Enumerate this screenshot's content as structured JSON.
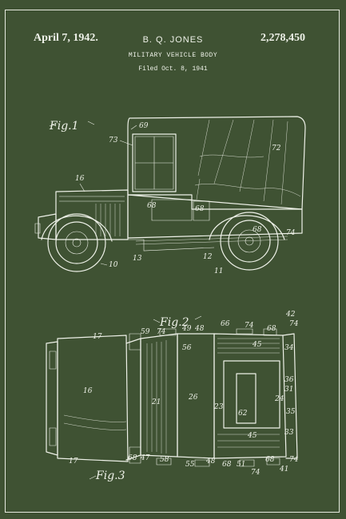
{
  "header": {
    "date": "April 7, 1942.",
    "inventor": "B. Q. JONES",
    "patent_number": "2,278,450",
    "title": "MILITARY VEHICLE BODY",
    "filed": "Filed Oct. 8, 1941"
  },
  "figures": {
    "fig1_label": "Fig.1",
    "fig2_label": "Fig.2",
    "fig3_label": "Fig.3"
  },
  "ref": {
    "r69": "69",
    "r73": "73",
    "r72": "72",
    "r16": "16",
    "r68a": "68",
    "r68b": "68",
    "r68c": "68",
    "r74a": "74",
    "r10": "10",
    "r13": "13",
    "r12": "12",
    "r11": "11",
    "r42": "42",
    "r17": "17",
    "r59": "59",
    "r74b": "74",
    "r49": "49",
    "r48a": "48",
    "r66": "66",
    "r74c": "74",
    "r68d": "68",
    "r74d": "74",
    "r56": "56",
    "r45a": "45",
    "r34": "34",
    "r16b": "16",
    "r21": "21",
    "r26": "26",
    "r36": "36",
    "r31": "31",
    "r24": "24",
    "r35": "35",
    "r23": "23",
    "r62": "62",
    "r33": "33",
    "r45b": "45",
    "r17b": "17",
    "r68e": "68",
    "r47": "47",
    "r58": "58",
    "r55": "55",
    "r48b": "48",
    "r68f": "68",
    "r51": "51",
    "r74e": "74",
    "r68g": "68",
    "r41": "41",
    "r74f": "74"
  },
  "colors": {
    "background": "#3f5233",
    "ink": "#eef1e8"
  }
}
